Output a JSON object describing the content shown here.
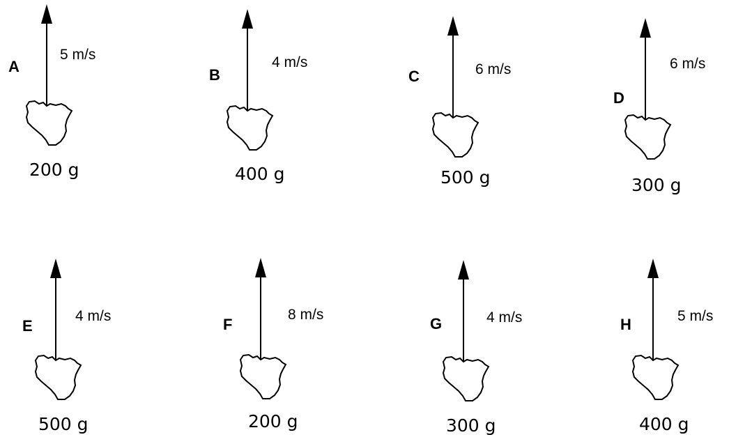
{
  "items": [
    {
      "letter": "A",
      "speed": "5 m/s",
      "mass": "200 g"
    },
    {
      "letter": "B",
      "speed": "4 m/s",
      "mass": "400 g"
    },
    {
      "letter": "C",
      "speed": "6 m/s",
      "mass": "500 g"
    },
    {
      "letter": "D",
      "speed": "6 m/s",
      "mass": "300 g"
    },
    {
      "letter": "E",
      "speed": "4 m/s",
      "mass": "500 g"
    },
    {
      "letter": "F",
      "speed": "8 m/s",
      "mass": "200 g"
    },
    {
      "letter": "G",
      "speed": "4 m/s",
      "mass": "300 g"
    },
    {
      "letter": "H",
      "speed": "5 m/s",
      "mass": "400 g"
    }
  ]
}
